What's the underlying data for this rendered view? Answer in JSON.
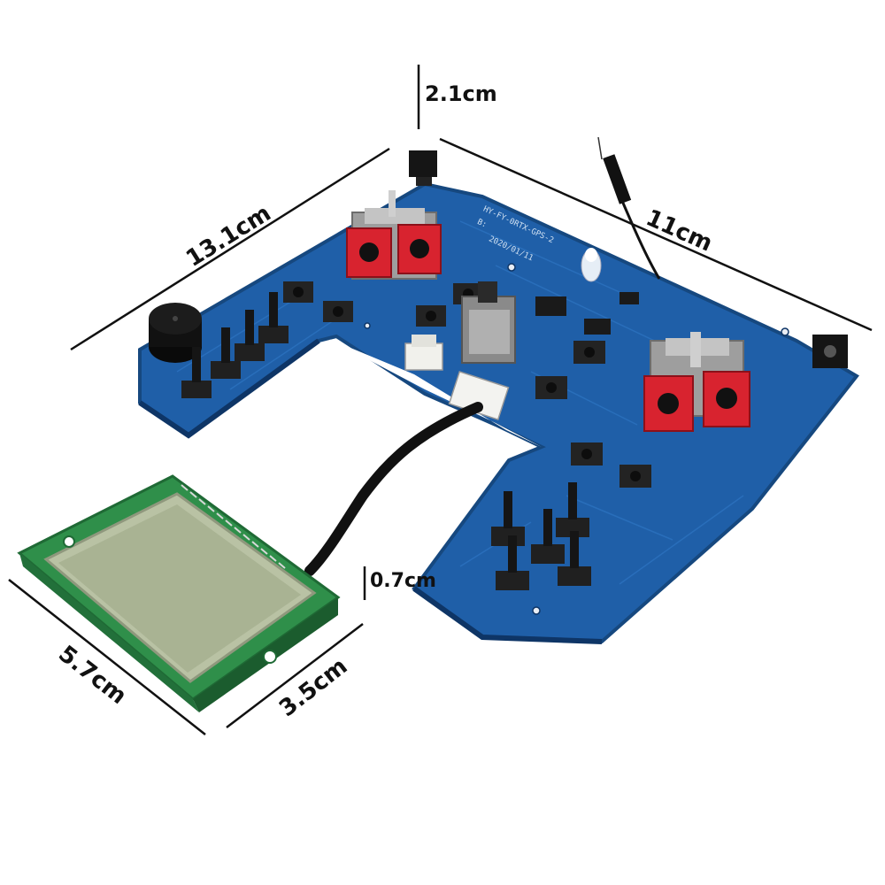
{
  "dimensions": {
    "height_pcb": "2.1cm",
    "width_pcb_left": "13.1cm",
    "width_pcb_right": "11cm",
    "lcd_thickness": "0.7cm",
    "lcd_width": "5.7cm",
    "lcd_height": "3.5cm"
  },
  "pcb_silkscreen": {
    "line1": "HY-FY-0RTX-GPS-2",
    "line2": "B:",
    "line3": "2020/01/11"
  },
  "colors": {
    "pcb_blue": "#1f5fa8",
    "pcb_edge": "#16487f",
    "joystick_red": "#d8232f",
    "lcd_green": "#2f8f4a",
    "lcd_screen": "#b9c2a4",
    "metal": "#b9b9b9"
  }
}
